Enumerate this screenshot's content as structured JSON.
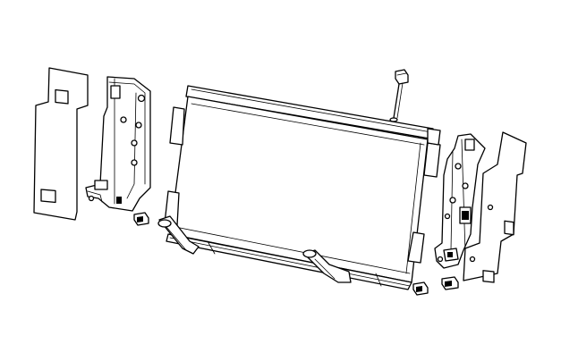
{
  "diagram": {
    "kind": "exploded-parts-view",
    "background": "#ffffff",
    "line_color": "#000000",
    "parts": [
      "left-air-seal",
      "left-mounting-bracket",
      "condenser-core",
      "drain-plug",
      "right-mounting-bracket",
      "right-air-seal",
      "clip-left",
      "clip-right-a",
      "clip-right-b"
    ]
  }
}
